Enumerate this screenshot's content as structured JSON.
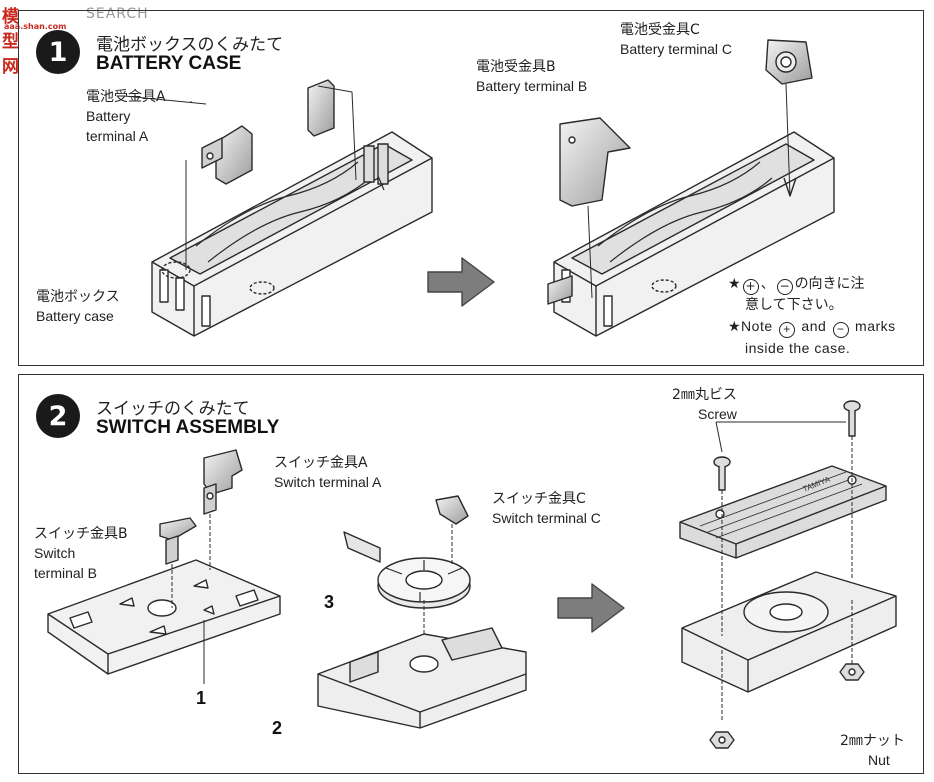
{
  "watermark": {
    "logo": "模型网",
    "site": "aaa.shan.com",
    "search": "SEARCH"
  },
  "step1": {
    "number": "1",
    "title_jp": "電池ボックスのくみたて",
    "title_en": "BATTERY CASE",
    "terminal_a": {
      "jp": "電池受金具A",
      "en_line1": "Battery",
      "en_line2": "terminal A"
    },
    "terminal_b": {
      "jp": "電池受金具B",
      "en": "Battery terminal B"
    },
    "terminal_c": {
      "jp": "電池受金具C",
      "en": "Battery terminal C"
    },
    "case": {
      "jp": "電池ボックス",
      "en": "Battery case"
    },
    "note_jp_line1_star": "★",
    "note_jp_plus": "+",
    "note_jp_sep": "、",
    "note_jp_minus": "−",
    "note_jp_line1_rest": "の向きに注",
    "note_jp_line2": "意して下さい。",
    "note_en_prefix": "★Note",
    "note_en_plus": "+",
    "note_en_and": "and",
    "note_en_minus": "−",
    "note_en_marks": "marks",
    "note_en_line2": "inside the case."
  },
  "step2": {
    "number": "2",
    "title_jp": "スイッチのくみたて",
    "title_en": "SWITCH ASSEMBLY",
    "switch_a": {
      "jp": "スイッチ金具A",
      "en": "Switch terminal A"
    },
    "switch_b": {
      "jp": "スイッチ金具B",
      "en_line1": "Switch",
      "en_line2": "terminal B"
    },
    "switch_c": {
      "jp": "スイッチ金具C",
      "en": "Switch terminal C"
    },
    "screw": {
      "jp": "2㎜丸ビス",
      "en": "Screw"
    },
    "nut": {
      "jp": "2㎜ナット",
      "en": "Nut"
    },
    "part_1": "1",
    "part_2": "2",
    "part_3": "3",
    "plate_mark": "TAMIYA"
  }
}
